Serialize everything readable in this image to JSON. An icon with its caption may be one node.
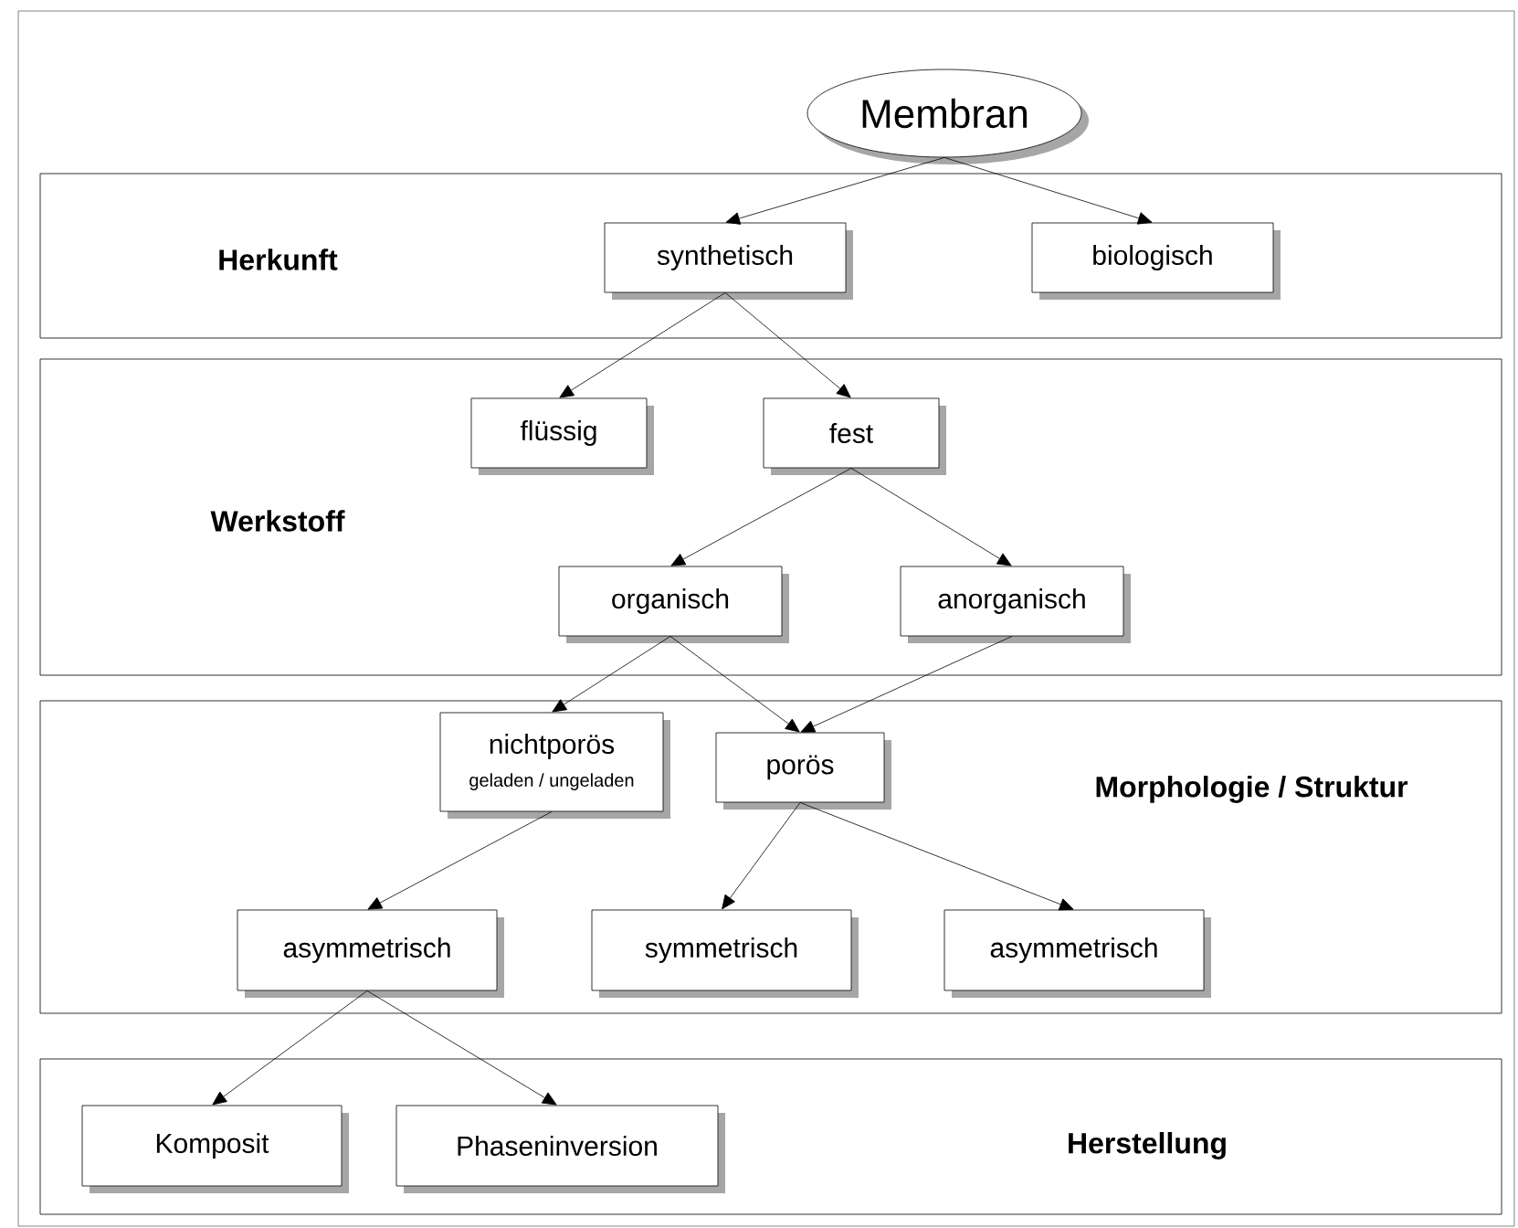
{
  "diagram": {
    "nodes": [
      {
        "text": [
          "Membran"
        ]
      },
      {
        "text": [
          "Herkunft"
        ]
      },
      {
        "text": [
          "synthetisch"
        ],
        "in": 1
      },
      {
        "text": [
          "biologisch"
        ],
        "in": 1
      },
      {
        "text": [
          "Werkstoff"
        ]
      },
      {
        "text": [
          "flüssig"
        ],
        "in": 4
      },
      {
        "text": [
          "fest"
        ],
        "in": 4
      },
      {
        "text": [
          "organisch"
        ],
        "in": 4
      },
      {
        "text": [
          "anorganisch"
        ],
        "in": 4
      },
      {
        "text": [
          "Morphologie / Struktur"
        ]
      },
      {
        "text": [
          "nichtporös",
          "geladen / ungeladen"
        ],
        "in": 9
      },
      {
        "text": [
          "porös"
        ],
        "in": 9
      },
      {
        "text": [
          "asymmetrisch"
        ],
        "in": 9
      },
      {
        "text": [
          "symmetrisch"
        ],
        "in": 9
      },
      {
        "text": [
          "asymmetrisch"
        ],
        "in": 9
      },
      {
        "text": [
          "Herstellung"
        ]
      },
      {
        "text": [
          "Komposit"
        ],
        "in": 15
      },
      {
        "text": [
          "Phaseninversion"
        ],
        "in": 15
      }
    ],
    "edges": [
      {
        "from": 0,
        "to": 2,
        "arrow": "to"
      },
      {
        "from": 0,
        "to": 3,
        "arrow": "to"
      },
      {
        "from": 2,
        "to": 5,
        "arrow": "to"
      },
      {
        "from": 2,
        "to": 6,
        "arrow": "to"
      },
      {
        "from": 6,
        "to": 7,
        "arrow": "to"
      },
      {
        "from": 6,
        "to": 8,
        "arrow": "to"
      },
      {
        "from": 7,
        "to": 10,
        "arrow": "to"
      },
      {
        "from": 7,
        "to": 11,
        "arrow": "to"
      },
      {
        "from": 8,
        "to": 11,
        "arrow": "to"
      },
      {
        "from": 10,
        "to": 12,
        "arrow": "to"
      },
      {
        "from": 11,
        "to": 13,
        "arrow": "to"
      },
      {
        "from": 11,
        "to": 14,
        "arrow": "to"
      },
      {
        "from": 12,
        "to": 16,
        "arrow": "to"
      },
      {
        "from": 12,
        "to": 17,
        "arrow": "to"
      }
    ]
  }
}
